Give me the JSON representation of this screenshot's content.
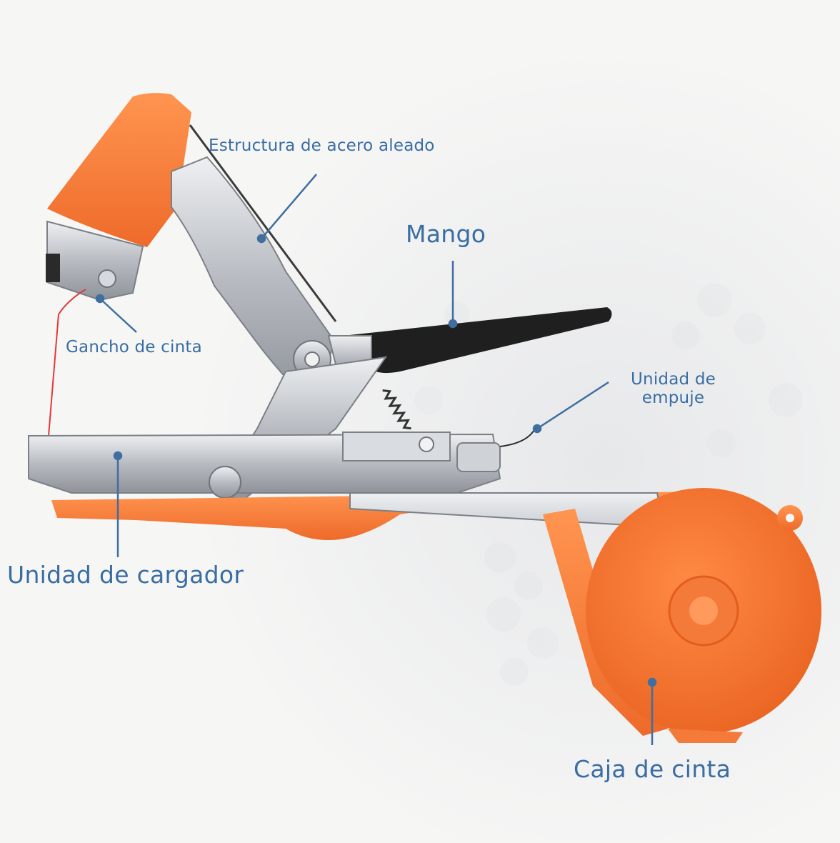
{
  "colors": {
    "background": "#f6f6f5",
    "label_text": "#3a6da3",
    "leader_line": "#3f6e9f",
    "tool_orange": "#f47a3a",
    "tool_steel": "#c9ccd1",
    "handle_black": "#1c1c1c"
  },
  "labels": {
    "estructura": "Estructura de acero aleado",
    "mango": "Mango",
    "gancho": "Gancho de cinta",
    "empuje": "Unidad de empuje",
    "cargador": "Unidad de cargador",
    "caja": "Caja de cinta"
  }
}
